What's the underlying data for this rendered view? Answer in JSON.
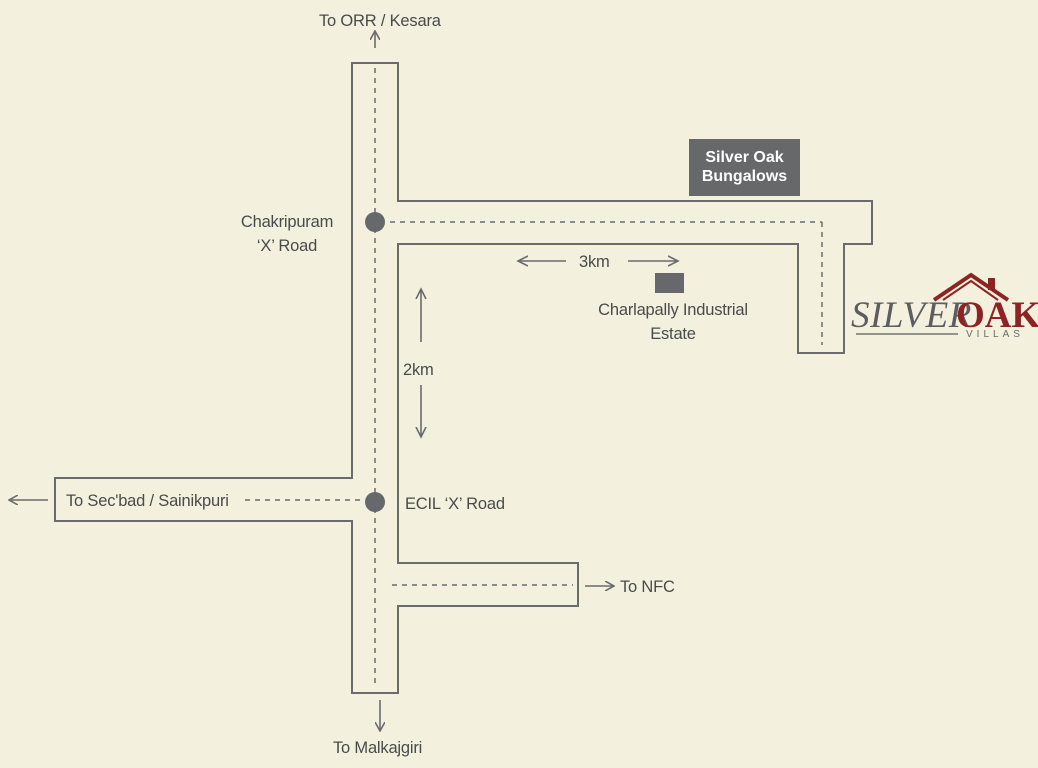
{
  "destinations": {
    "north": "To ORR / Kesara",
    "west": "To Sec'bad / Sainikpuri",
    "east": "To NFC",
    "south": "To Malkajgiri"
  },
  "junctions": {
    "chakripuram_line1": "Chakripuram",
    "chakripuram_line2": "‘X’ Road",
    "ecil": "ECIL ‘X’ Road"
  },
  "distances": {
    "horizontal": "3km",
    "vertical": "2km"
  },
  "landmark": {
    "line1": "Charlapally Industrial",
    "line2": "Estate"
  },
  "project": {
    "line1": "Silver Oak",
    "line2": "Bungalows"
  },
  "logo": {
    "word1": "SILVER",
    "word2": "OAK",
    "sub": "VILLAS"
  },
  "colors": {
    "background": "#f3f1de",
    "road_outline": "#6b6b6b",
    "badge": "#66686a",
    "logo_accent": "#8e2323"
  },
  "icons": [
    "arrow-up-icon",
    "arrow-down-icon",
    "arrow-left-icon",
    "arrow-right-icon",
    "junction-dot-icon",
    "landmark-square-icon",
    "house-roof-icon"
  ]
}
